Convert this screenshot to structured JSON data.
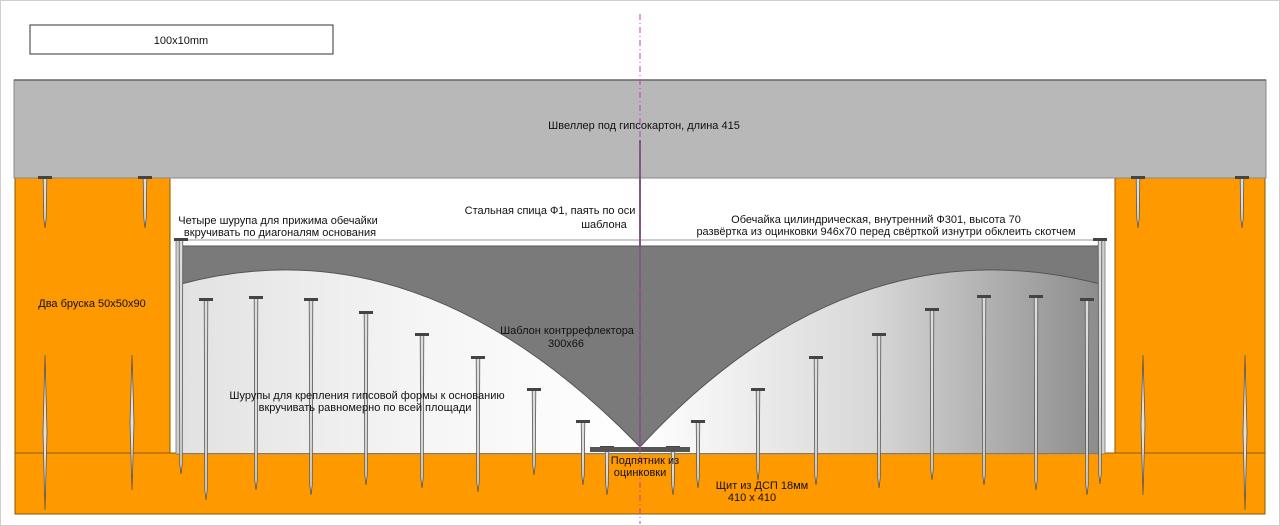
{
  "scale_box": {
    "label": "100x10mm"
  },
  "channel": {
    "label": "Швеллер под гипсокартон, длина 415"
  },
  "bars": {
    "label": "Два бруска 50х50х90"
  },
  "screws_top": {
    "line1": "Четыре шурупа для  прижима обечайки",
    "line2": "вкручивать по диагоналям основания"
  },
  "spoke": {
    "line1": "Стальная спица Ф1, паять по оси",
    "line2": "шаблона"
  },
  "shell": {
    "line1": "Обечайка цилиндрическая, внутренний Ф301, высота 70",
    "line2": "развёртка из оцинковки 946х70 перед свёрткой изнутри обклеить скотчем"
  },
  "template": {
    "line1": "Шаблон контррефлектора",
    "line2": "300х66"
  },
  "screws_base": {
    "line1": "Шурупы   для крепления гипсовой формы  к  основанию",
    "line2": "вкручивать равномерно по всей  площади"
  },
  "bearing": {
    "line1": "Подпятник из",
    "line2": "оцинковки"
  },
  "board": {
    "line1": "Щит из ДСП 18мм",
    "line2": "410 х 410"
  },
  "colors": {
    "wood": "#ff9900",
    "wood_stroke": "#8a5a00",
    "channel": "#b8b8b8",
    "template": "#7a7a7a",
    "axis": "#cc33cc",
    "frame": "#aaaaaa"
  }
}
